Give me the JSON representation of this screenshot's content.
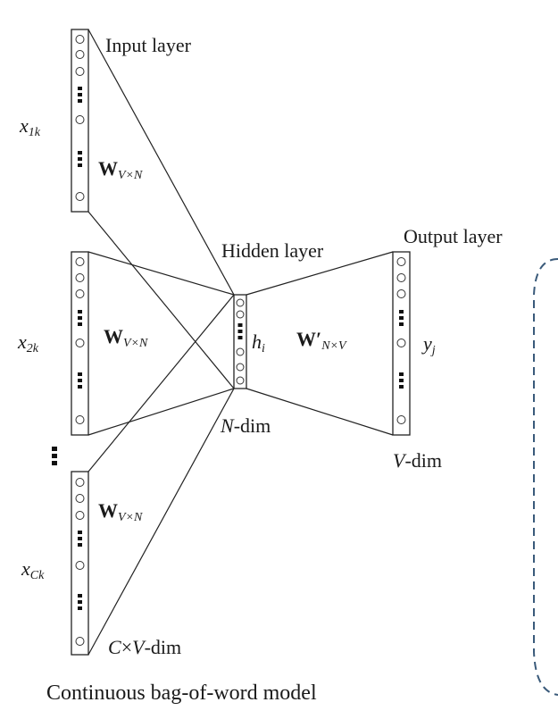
{
  "caption": "Continuous bag-of-word model",
  "layers": {
    "input": "Input layer",
    "hidden": "Hidden layer",
    "output": "Output layer"
  },
  "inputs": [
    {
      "var": "x",
      "sub": "1k"
    },
    {
      "var": "x",
      "sub": "2k"
    },
    {
      "var": "x",
      "sub": "Ck"
    }
  ],
  "weights": {
    "input_w": "W",
    "input_sub": "V×N",
    "output_w": "W′",
    "output_sub": "N×V"
  },
  "hidden_unit": {
    "var": "h",
    "sub": "i"
  },
  "output_unit": {
    "var": "y",
    "sub": "j"
  },
  "dims": {
    "input_n": "C",
    "input_v": "V",
    "input_suffix": "-dim",
    "input_times": "×",
    "hidden_n": "N",
    "hidden_suffix": "-dim",
    "output_v": "V",
    "output_suffix": "-dim"
  },
  "colors": {
    "line": "#222222",
    "dash_box": "#3a5a7a"
  }
}
